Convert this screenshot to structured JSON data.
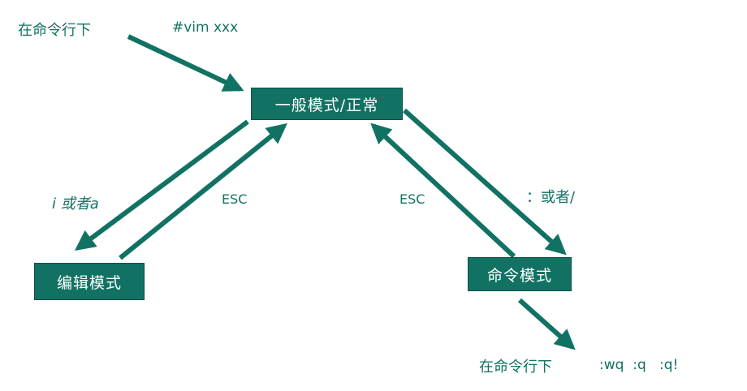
{
  "colors": {
    "node_fill": "#117263",
    "node_text": "#ffffff",
    "arrow": "#117263",
    "label_text": "#117263",
    "background": "#ffffff"
  },
  "nodes": {
    "normal_mode": "一般模式/正常",
    "edit_mode": "编辑模式",
    "command_mode": "命令模式"
  },
  "labels": {
    "top_cmdline": "在命令行下",
    "top_command": "#vim  xxx",
    "insert_keys": "i 或者a",
    "esc_left": "ESC",
    "esc_right": "ESC",
    "colon_keys": "：或者/",
    "bottom_cmdline": "在命令行下",
    "quit_commands": ":wq  :q   :q!"
  }
}
